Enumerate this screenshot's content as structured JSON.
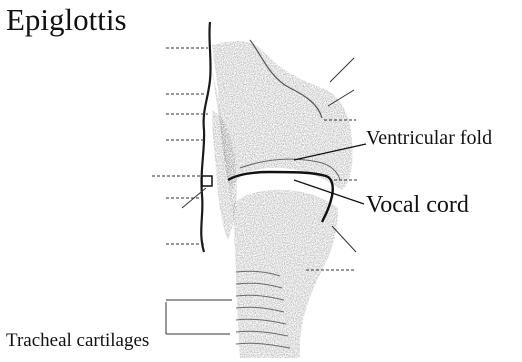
{
  "diagram": {
    "title": "Epiglottis",
    "labels": {
      "ventricular_fold": "Ventricular fold",
      "vocal_cord": "Vocal cord",
      "tracheal_cartilages": "Tracheal cartilages"
    },
    "colors": {
      "ink": "#111111",
      "tissue": "#c8c8c8",
      "dark_tissue": "#8a8a8a",
      "background": "#ffffff"
    }
  }
}
